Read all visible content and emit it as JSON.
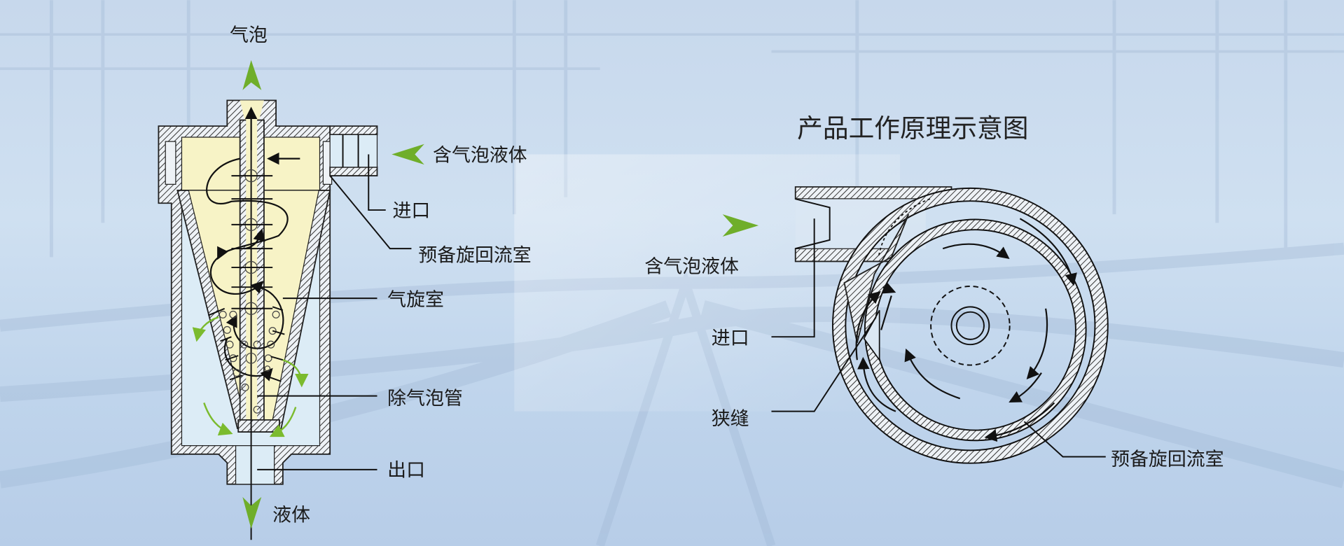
{
  "title": "产品工作原理示意图",
  "left_diagram": {
    "top_output": "气泡",
    "bottom_output": "液体",
    "inlet_fluid": "含气泡液体",
    "labels": {
      "inlet": "进口",
      "pre_swirl_chamber": "预备旋回流室",
      "cyclone_chamber": "气旋室",
      "degassing_tube": "除气泡管",
      "outlet": "出口"
    }
  },
  "right_diagram": {
    "inlet_fluid": "含气泡液体",
    "labels": {
      "inlet": "进口",
      "slit": "狭缝",
      "pre_swirl_chamber": "预备旋回流室"
    }
  },
  "colors": {
    "accent_arrow": "#6fae2a",
    "chamber_fill": "#f7f3c6",
    "liquid_fill": "#dcecf6"
  }
}
